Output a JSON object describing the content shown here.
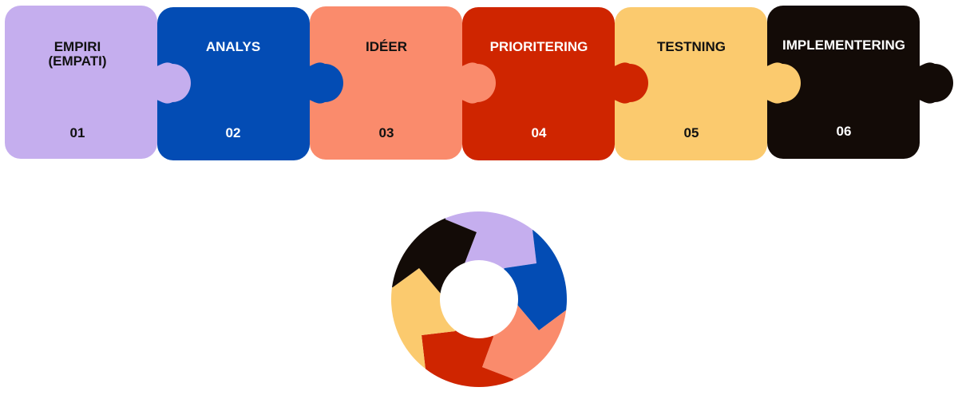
{
  "steps": [
    {
      "title_line1": "EMPIRI",
      "title_line2": "(EMPATI)",
      "number": "01",
      "color": "#c5aeee",
      "text_color": "#111111"
    },
    {
      "title_line1": "ANALYS",
      "title_line2": "",
      "number": "02",
      "color": "#034cb4",
      "text_color": "#ffffff"
    },
    {
      "title_line1": "IDÉER",
      "title_line2": "",
      "number": "03",
      "color": "#fa8b6c",
      "text_color": "#111111"
    },
    {
      "title_line1": "PRIORITERING",
      "title_line2": "",
      "number": "04",
      "color": "#cf2500",
      "text_color": "#ffffff"
    },
    {
      "title_line1": "TESTNING",
      "title_line2": "",
      "number": "05",
      "color": "#fbca6e",
      "text_color": "#111111"
    },
    {
      "title_line1": "IMPLEMENTERING",
      "title_line2": "",
      "number": "06",
      "color": "#130b07",
      "text_color": "#ffffff"
    }
  ]
}
